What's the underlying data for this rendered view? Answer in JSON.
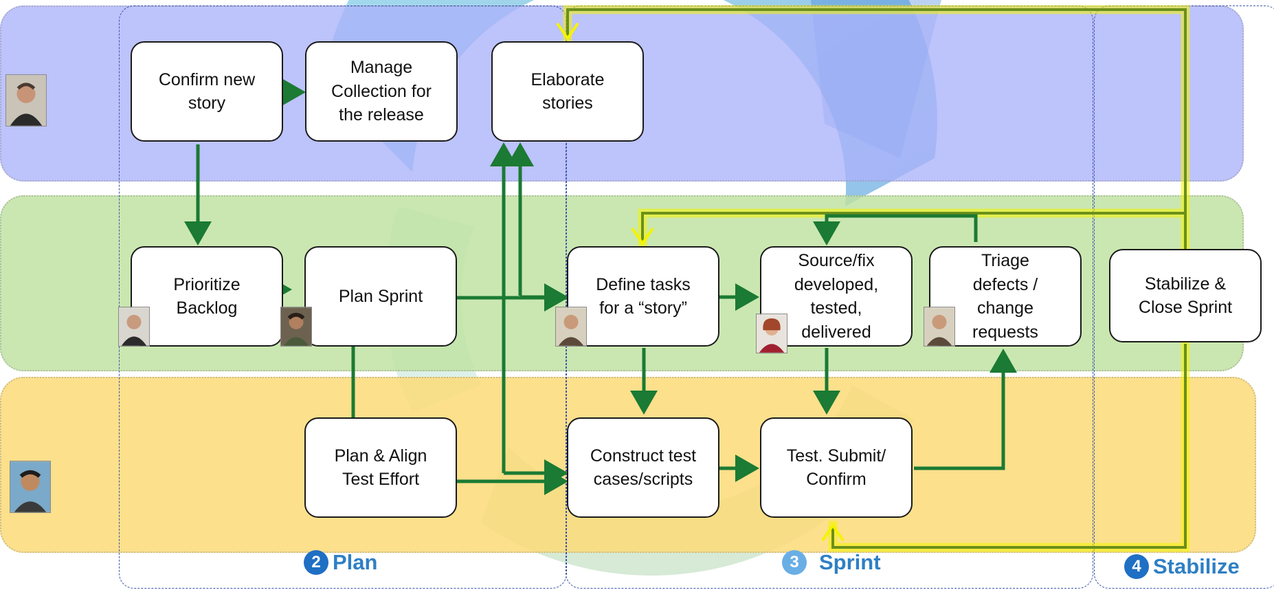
{
  "lanes": [
    {
      "id": "lane-1",
      "color": "#aab2fa"
    },
    {
      "id": "lane-2",
      "color": "#bee2a0"
    },
    {
      "id": "lane-3",
      "color": "#fcda78"
    }
  ],
  "phases": [
    {
      "number": "2",
      "label": "Plan"
    },
    {
      "number": "3",
      "label": "Sprint"
    },
    {
      "number": "4",
      "label": "Stabilize"
    }
  ],
  "nodes": {
    "confirm_story": "Confirm new\nstory",
    "manage_collection": "Manage\nCollection for\nthe release",
    "elaborate_stories": "Elaborate\nstories",
    "prioritize_backlog": "Prioritize\nBacklog",
    "plan_sprint": "Plan  Sprint",
    "define_tasks": "Define tasks\nfor a “story”",
    "source_fix": "Source/fix\ndeveloped,\ntested,\ndelivered",
    "triage": "Triage\ndefects /\nchange\nrequests",
    "stabilize_close": "Stabilize &\nClose Sprint",
    "plan_align": "Plan & Align\nTest Effort",
    "construct_test": "Construct test\ncases/scripts",
    "test_submit": "Test. Submit/\nConfirm"
  },
  "avatars": [
    {
      "role": "product-owner",
      "icon": "person-photo-icon"
    },
    {
      "role": "team-lead",
      "icon": "person-photo-icon"
    },
    {
      "role": "developer-1",
      "icon": "person-photo-icon"
    },
    {
      "role": "developer-2",
      "icon": "person-photo-icon"
    },
    {
      "role": "developer-3",
      "icon": "person-photo-icon"
    },
    {
      "role": "developer-4",
      "icon": "person-photo-icon"
    },
    {
      "role": "tester",
      "icon": "person-photo-icon"
    }
  ],
  "colors": {
    "flow_arrow": "#1b7a33",
    "feedback_arrow": "#f4f400",
    "phase_label": "#2f7fc4",
    "phase_border": "#3b54a8"
  }
}
